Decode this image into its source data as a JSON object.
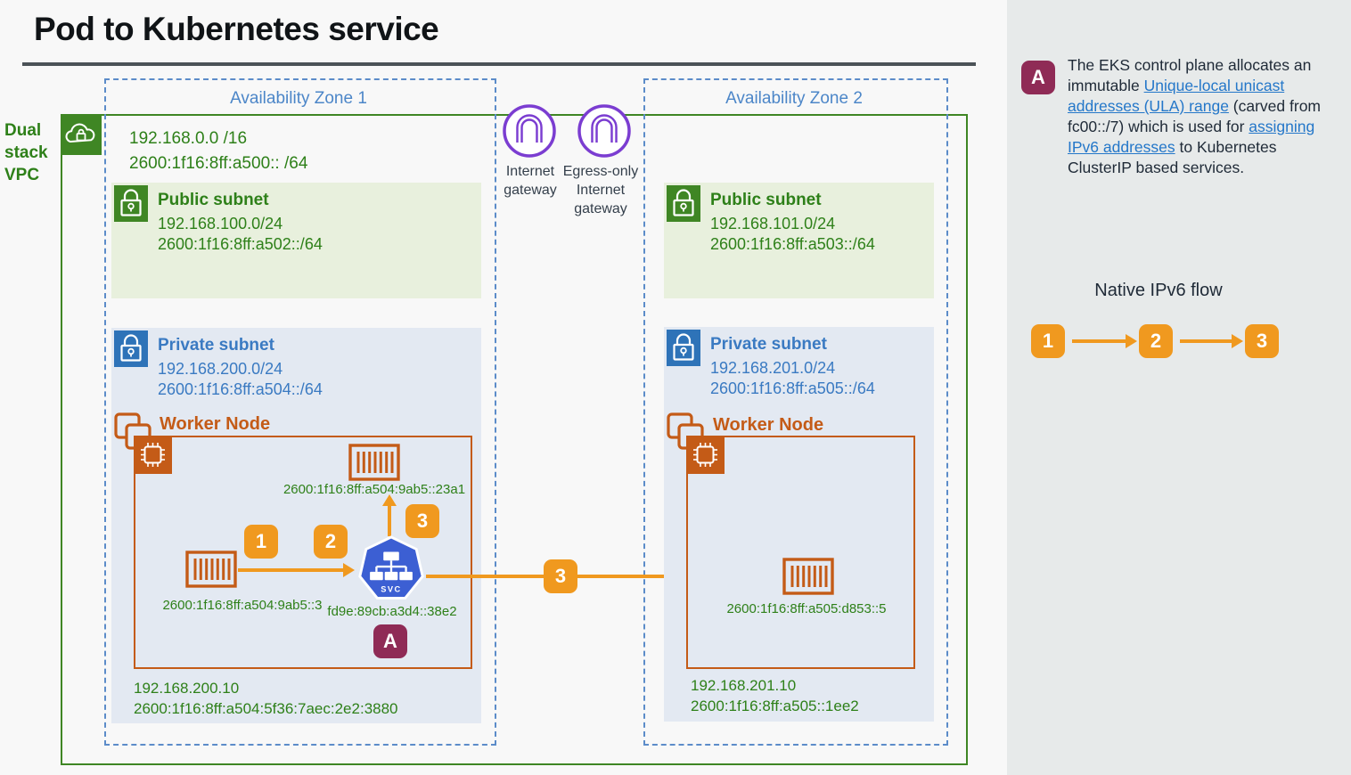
{
  "title": "Pod to Kubernetes service",
  "vpc": {
    "label": "Dual stack VPC",
    "cidr_ipv4": "192.168.0.0 /16",
    "cidr_ipv6": "2600:1f16:8ff:a500:: /64"
  },
  "gateways": {
    "internet_gateway": "Internet gateway",
    "egress_only_gateway": "Egress-only Internet gateway"
  },
  "zones": [
    {
      "label": "Availability Zone 1",
      "public_subnet": {
        "title": "Public subnet",
        "cidr_ipv4": "192.168.100.0/24",
        "cidr_ipv6": "2600:1f16:8ff:a502::/64"
      },
      "private_subnet": {
        "title": "Private subnet",
        "cidr_ipv4": "192.168.200.0/24",
        "cidr_ipv6": "2600:1f16:8ff:a504::/64"
      },
      "worker_node": {
        "label": "Worker Node",
        "source_pod_ip": "2600:1f16:8ff:a504:9ab5::3",
        "local_pod_ip": "2600:1f16:8ff:a504:9ab5::23a1",
        "service_name": "SVC",
        "service_ip": "fd9e:89cb:a3d4::38e2",
        "node_ipv4": "192.168.200.10",
        "node_ipv6": "2600:1f16:8ff:a504:5f36:7aec:2e2:3880"
      }
    },
    {
      "label": "Availability Zone 2",
      "public_subnet": {
        "title": "Public subnet",
        "cidr_ipv4": "192.168.101.0/24",
        "cidr_ipv6": "2600:1f16:8ff:a503::/64"
      },
      "private_subnet": {
        "title": "Private subnet",
        "cidr_ipv4": "192.168.201.0/24",
        "cidr_ipv6": "2600:1f16:8ff:a505::/64"
      },
      "worker_node": {
        "label": "Worker Node",
        "remote_pod_ip": "2600:1f16:8ff:a505:d853::5",
        "node_ipv4": "192.168.201.10",
        "node_ipv6": "2600:1f16:8ff:a505::1ee2"
      }
    }
  ],
  "steps": {
    "one": "1",
    "two": "2",
    "three": "3"
  },
  "note_marker": "A",
  "sidebar": {
    "note": {
      "marker": "A",
      "part1": "The EKS control plane allocates an immutable ",
      "link1": "Unique-local unicast addresses (ULA) range",
      "part2": " (carved from fc00::/7) which is used for ",
      "link2": "assigning IPv6 addresses",
      "part3": " to Kubernetes ClusterIP based services."
    },
    "flow_title": "Native IPv6 flow",
    "flow_steps": [
      "1",
      "2",
      "3"
    ]
  },
  "colors": {
    "vpc_green": "#3f8624",
    "public_subnet_bg": "#e8f0dd",
    "private_subnet_bg": "#e3e9f2",
    "private_blue": "#3a7ac2",
    "az_blue": "#4c86c8",
    "worker_orange": "#c45b17",
    "flow_orange": "#f0991f",
    "note_maroon": "#8f2b56",
    "gateway_purple": "#7b3dd1",
    "service_blue": "#3c5fd3",
    "link_blue": "#2477c9"
  }
}
